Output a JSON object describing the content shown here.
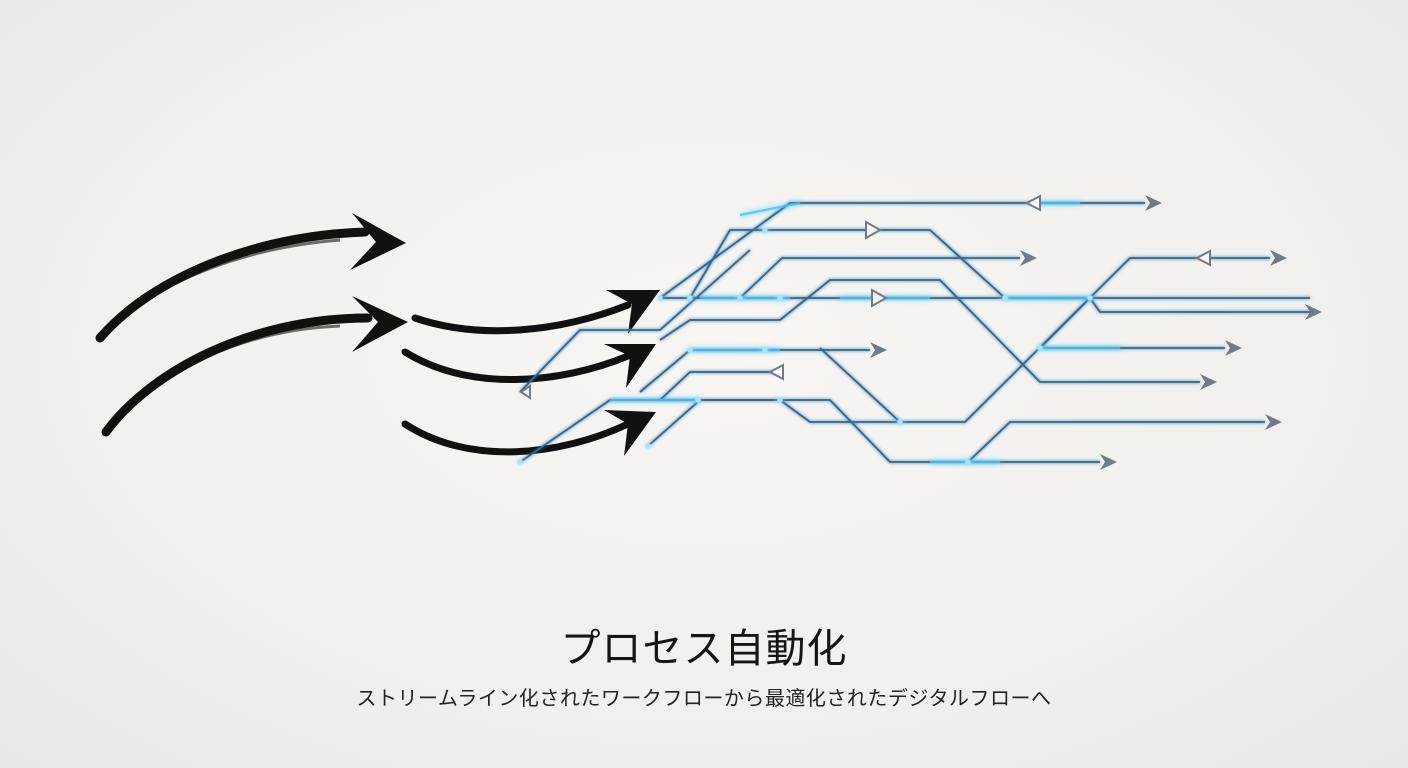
{
  "title": "プロセス自動化",
  "subtitle": "ストリームライン化されたワークフローから最適化されたデジタルフローへ",
  "colors": {
    "background": "#f1f0ed",
    "brush": "#111111",
    "circuit_line": "#2a6a98",
    "circuit_glow": "#38c6ff",
    "arrowhead": "#6f7c88"
  },
  "icons": {
    "brush_arrow": "brush-stroke-arrow",
    "circuit_arrow": "circuit-arrowhead",
    "circuit_node": "glowing-node",
    "circuit_triangle": "triangle-marker"
  }
}
